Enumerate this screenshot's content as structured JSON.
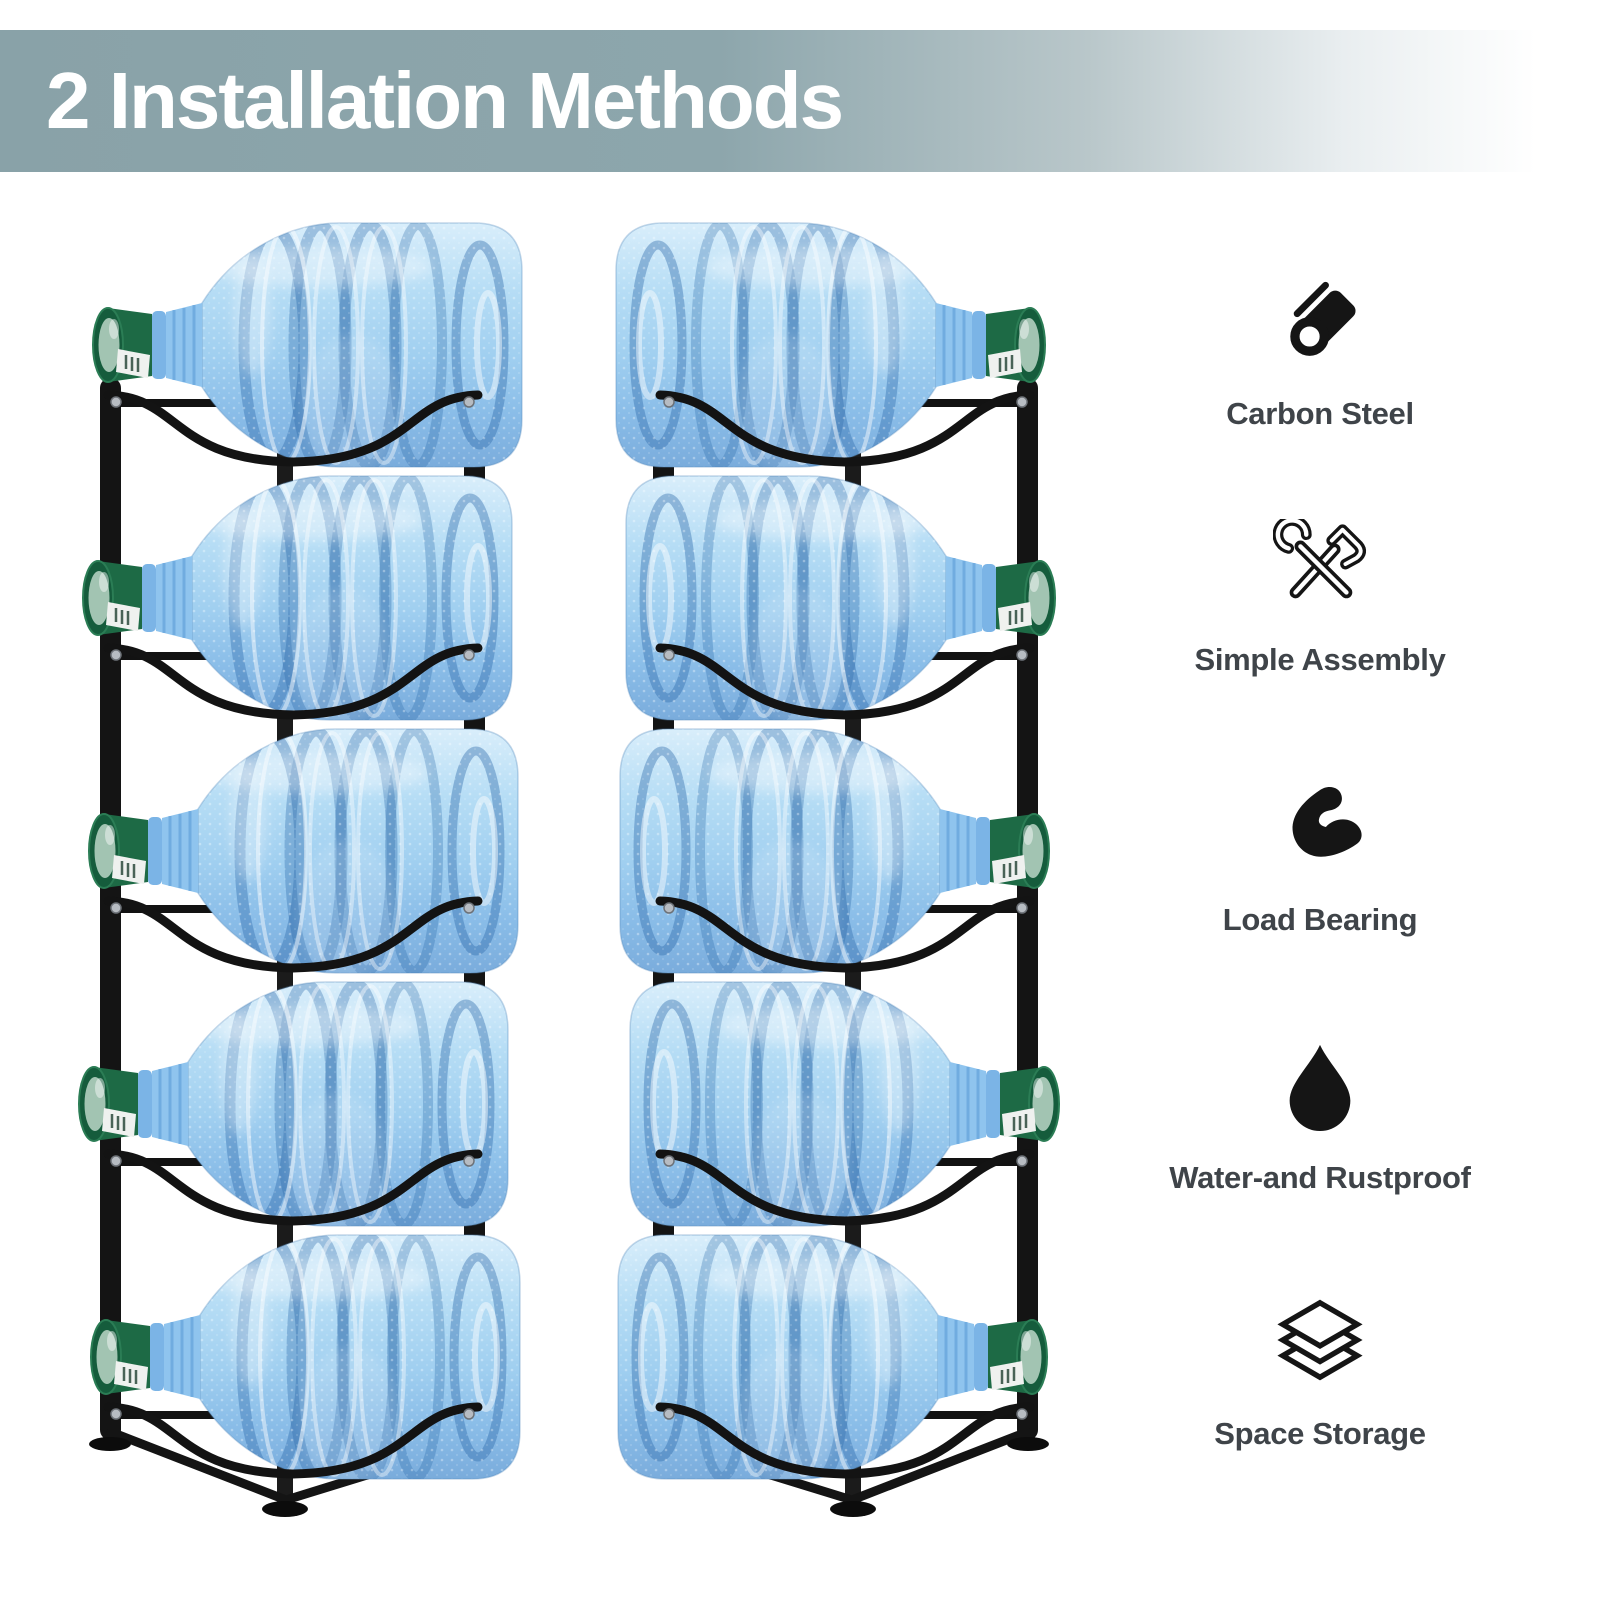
{
  "header": {
    "title": "2 Installation Methods"
  },
  "illustration": {
    "racks": [
      {
        "position": "left",
        "tiers": 5,
        "bottles": 5,
        "neck_direction": "left"
      },
      {
        "position": "right",
        "tiers": 5,
        "bottles": 5,
        "neck_direction": "right"
      }
    ],
    "colors": {
      "frame": "#141414",
      "bottle_blue": "#a0cff0",
      "cap_green": "#1d6a45"
    }
  },
  "features": {
    "items": [
      {
        "icon": "pipe-icon",
        "label": "Carbon Steel"
      },
      {
        "icon": "tools-icon",
        "label": "Simple Assembly"
      },
      {
        "icon": "muscle-arm-icon",
        "label": "Load Bearing"
      },
      {
        "icon": "water-drop-icon",
        "label": "Water-and Rustproof"
      },
      {
        "icon": "layers-icon",
        "label": "Space Storage"
      }
    ]
  },
  "theme": {
    "banner_gradient_start": "#89a2a8",
    "banner_text": "#ffffff",
    "label_color": "#3f4449",
    "icon_color": "#151515",
    "background": "#ffffff"
  }
}
